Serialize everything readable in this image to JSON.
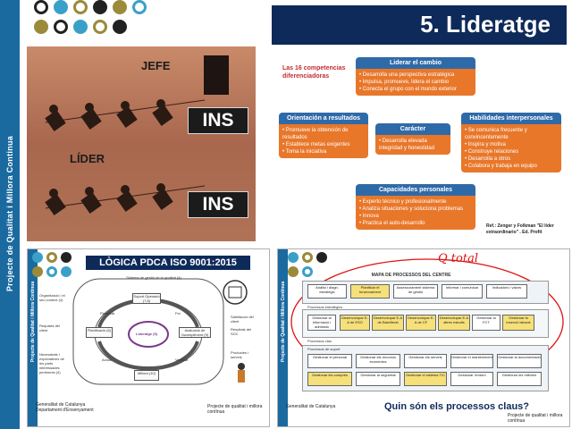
{
  "sidebar": {
    "text": "Projecte de Qualitat i Millora Continua"
  },
  "panel_top_left": {
    "label_boss": "JEFE",
    "label_leader": "LÍDER",
    "ins_top": "INS",
    "ins_bottom": "INS"
  },
  "panel_top_right": {
    "title": "5. Lideratge",
    "red_label": "Las 16 competencias diferenciadoras",
    "center": {
      "header": "Carácter",
      "items": [
        "• Desarrolla elevada integridad y honestidad"
      ]
    },
    "top": {
      "header": "Liderar el cambio",
      "items": [
        "• Desarrolla una perspectiva estratégica",
        "• Impulsa, promueve, lidera el cambio",
        "• Conecta el grupo con el mundo exterior"
      ]
    },
    "left": {
      "header": "Orientación a resultados",
      "items": [
        "• Promueve la obtención de resultados",
        "• Establece metas exigentes",
        "• Toma la iniciativa"
      ]
    },
    "right": {
      "header": "Habilidades interpersonales",
      "items": [
        "• Se comunica frecuente y convincentemente",
        "• Inspira y motiva",
        "• Construye relaciones",
        "• Desarrolla a otros",
        "• Colabora y trabaja en equipo"
      ]
    },
    "bottom": {
      "header": "Capacidades personales",
      "items": [
        "• Experto técnico y profesionalmente",
        "• Analiza situaciones y soluciona problemas",
        "• Innova",
        "• Practica el auto-desarrollo"
      ]
    },
    "reference": "Ref.: Zenger y Folkman \"El líder extraordinario\" . Ed. Profit"
  },
  "panel_bottom_left": {
    "title": "LÒGICA PDCA ISO 9001:2015",
    "side_text": "Projecte de Qualitat i Millora Continua",
    "system_label": "Sistema de gestió de la qualitat (4)",
    "left_top": "Organització i el seu context (4)",
    "left_mid": "Requisits del client",
    "left_bottom": "Necessitats i expectatives de les parts interessades pertinents (4)",
    "right_top": "Satisfacció del client",
    "right_bottom": "Resultats del SGC",
    "right_products": "Productes i serveis",
    "cycle": {
      "plan": "Planificació (6)",
      "do": "Suport Operació (7,8)",
      "check": "Avaluació de l'acompliment (9)",
      "act": "Millora (10)",
      "center": "Lideratge (5)",
      "planifica": "Planificar",
      "fer": "Fer",
      "verificar": "Verificar",
      "actuar": "Actuar"
    },
    "footer_org": "Generalitat de Catalunya",
    "footer_dept": "Departament d'Ensenyament",
    "footer_right": "Projecte de qualitat i millora contínua"
  },
  "panel_bottom_right": {
    "side_text": "Projecte de Qualitat i Millora Continua",
    "map_title": "MAPA DE PROCESSOS DEL CENTRE",
    "handwritten": "Q total",
    "strategic_label": "Processos estratègics",
    "key_label": "Processos clau",
    "support_label": "Processos de suport",
    "strategic": [
      "Anàlisi i diagn. estratègic",
      "Planificar el funcionament",
      "Assessorament sistema de gestió",
      "Informar i comunicar",
      "Indicadors i valors"
    ],
    "key": [
      "Gestionar la informació i admissió",
      "Desenvolupar E-A de ESO",
      "Desenvolupar E-A de Batxillerat",
      "Desenvolupar E-A de CF",
      "Desenvolupar E-A altres estudis",
      "Gestionar la FCT",
      "Gestionar la inserció laboral"
    ],
    "support": [
      "Gestionar el personal",
      "Gestionar els recursos econòmics",
      "Gestionar els serveis",
      "Gestionar el manteniment",
      "Gestionar la documentació"
    ],
    "support2": [
      "Gestionar les compres",
      "Gestionar la seguretat",
      "Gestionar el sistema TIC",
      "Gestionar l'entorn",
      "Gestionar les millores"
    ],
    "question": "Quin són els processos claus?",
    "footer_org": "Generalitat de Catalunya",
    "footer_right": "Projecte de qualitat i millora contínua"
  },
  "colors": {
    "accent_blue": "#1a6aa0",
    "navy": "#0e2a5a",
    "orange": "#e8772a",
    "olive": "#9a8a3a",
    "teal": "#3aa0c8"
  }
}
